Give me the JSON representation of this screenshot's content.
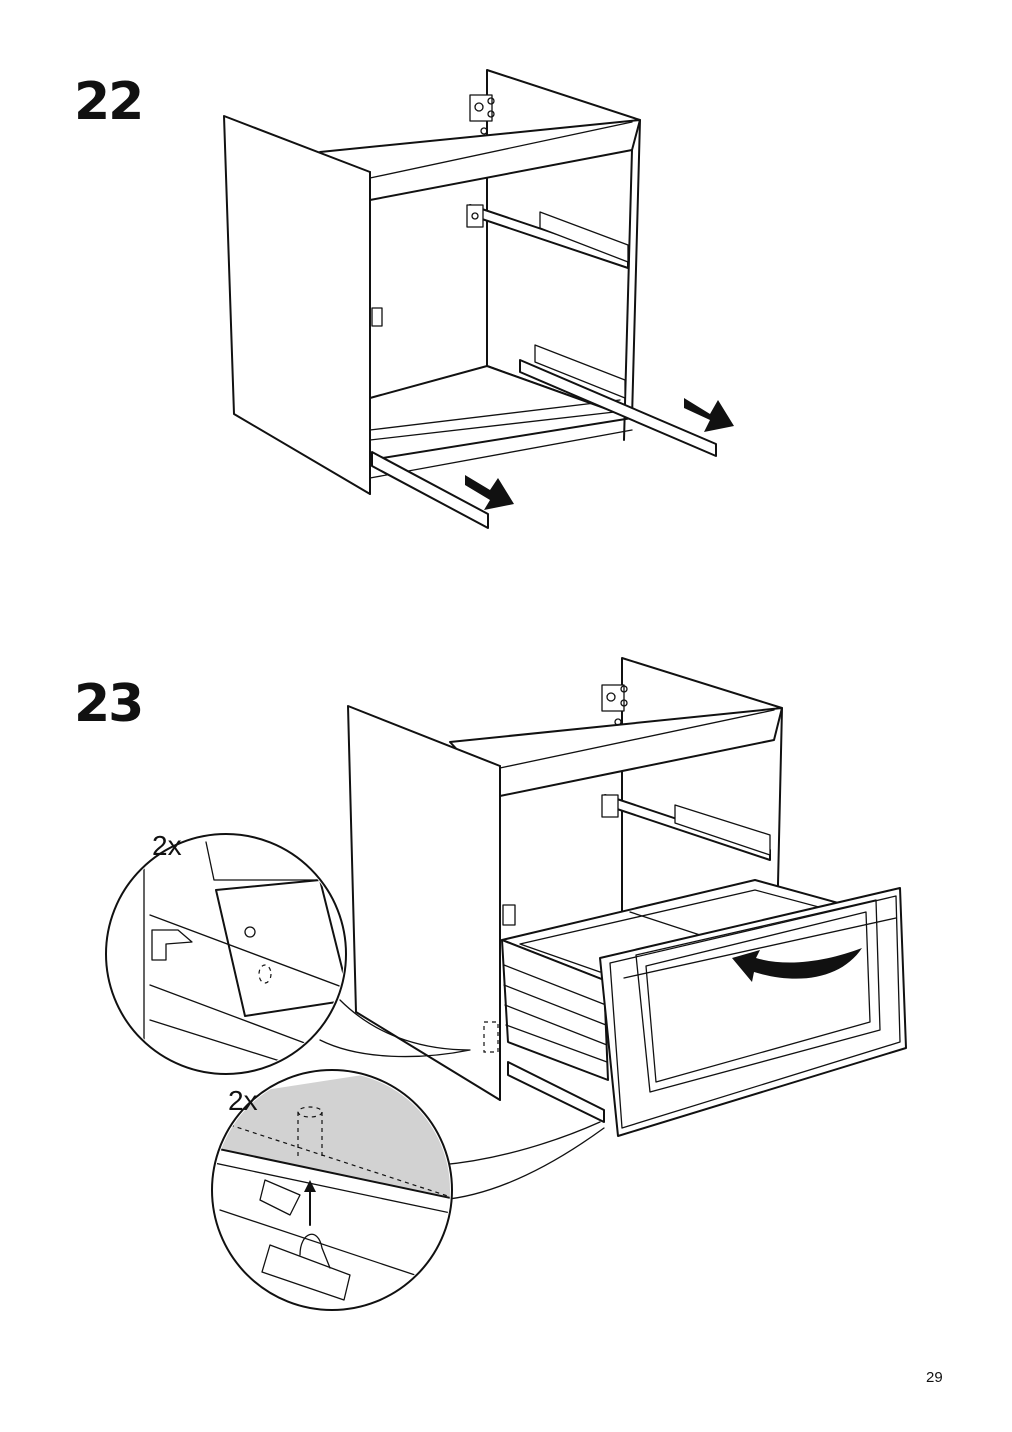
{
  "steps": [
    {
      "number": "22"
    },
    {
      "number": "23",
      "callout_quantities": [
        "2x",
        "2x"
      ]
    }
  ],
  "page_number": "29"
}
